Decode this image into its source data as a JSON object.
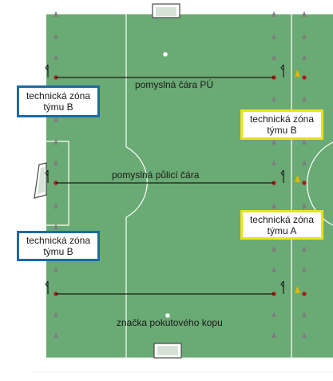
{
  "colors": {
    "grass": "#6aaa74",
    "line": "#ffffff",
    "marker_line": "#1a1a1a",
    "cone": "#7e7e7e",
    "dot": "#b01818",
    "flag": "#e0b800",
    "blue_zone_border": "#1b6aa8",
    "yellow_zone_border": "#ece21b"
  },
  "icons": [
    "goal-icon",
    "cone-icon",
    "flag-post-icon",
    "corner-flag-icon"
  ],
  "labels": {
    "penalty_line": "pomyslná čára PÚ",
    "halfway_line": "pomyslná půlicí čára",
    "penalty_spot": "značka pokutového kopu"
  },
  "zones": {
    "left_top": {
      "line1": "technická zóna",
      "line2": "týmu B"
    },
    "left_bottom": {
      "line1": "technická zóna",
      "line2": "týmu B"
    },
    "right_top": {
      "line1": "technická zóna",
      "line2": "týmu B"
    },
    "right_bottom": {
      "line1": "technická zóna",
      "line2": "týmu A"
    }
  }
}
